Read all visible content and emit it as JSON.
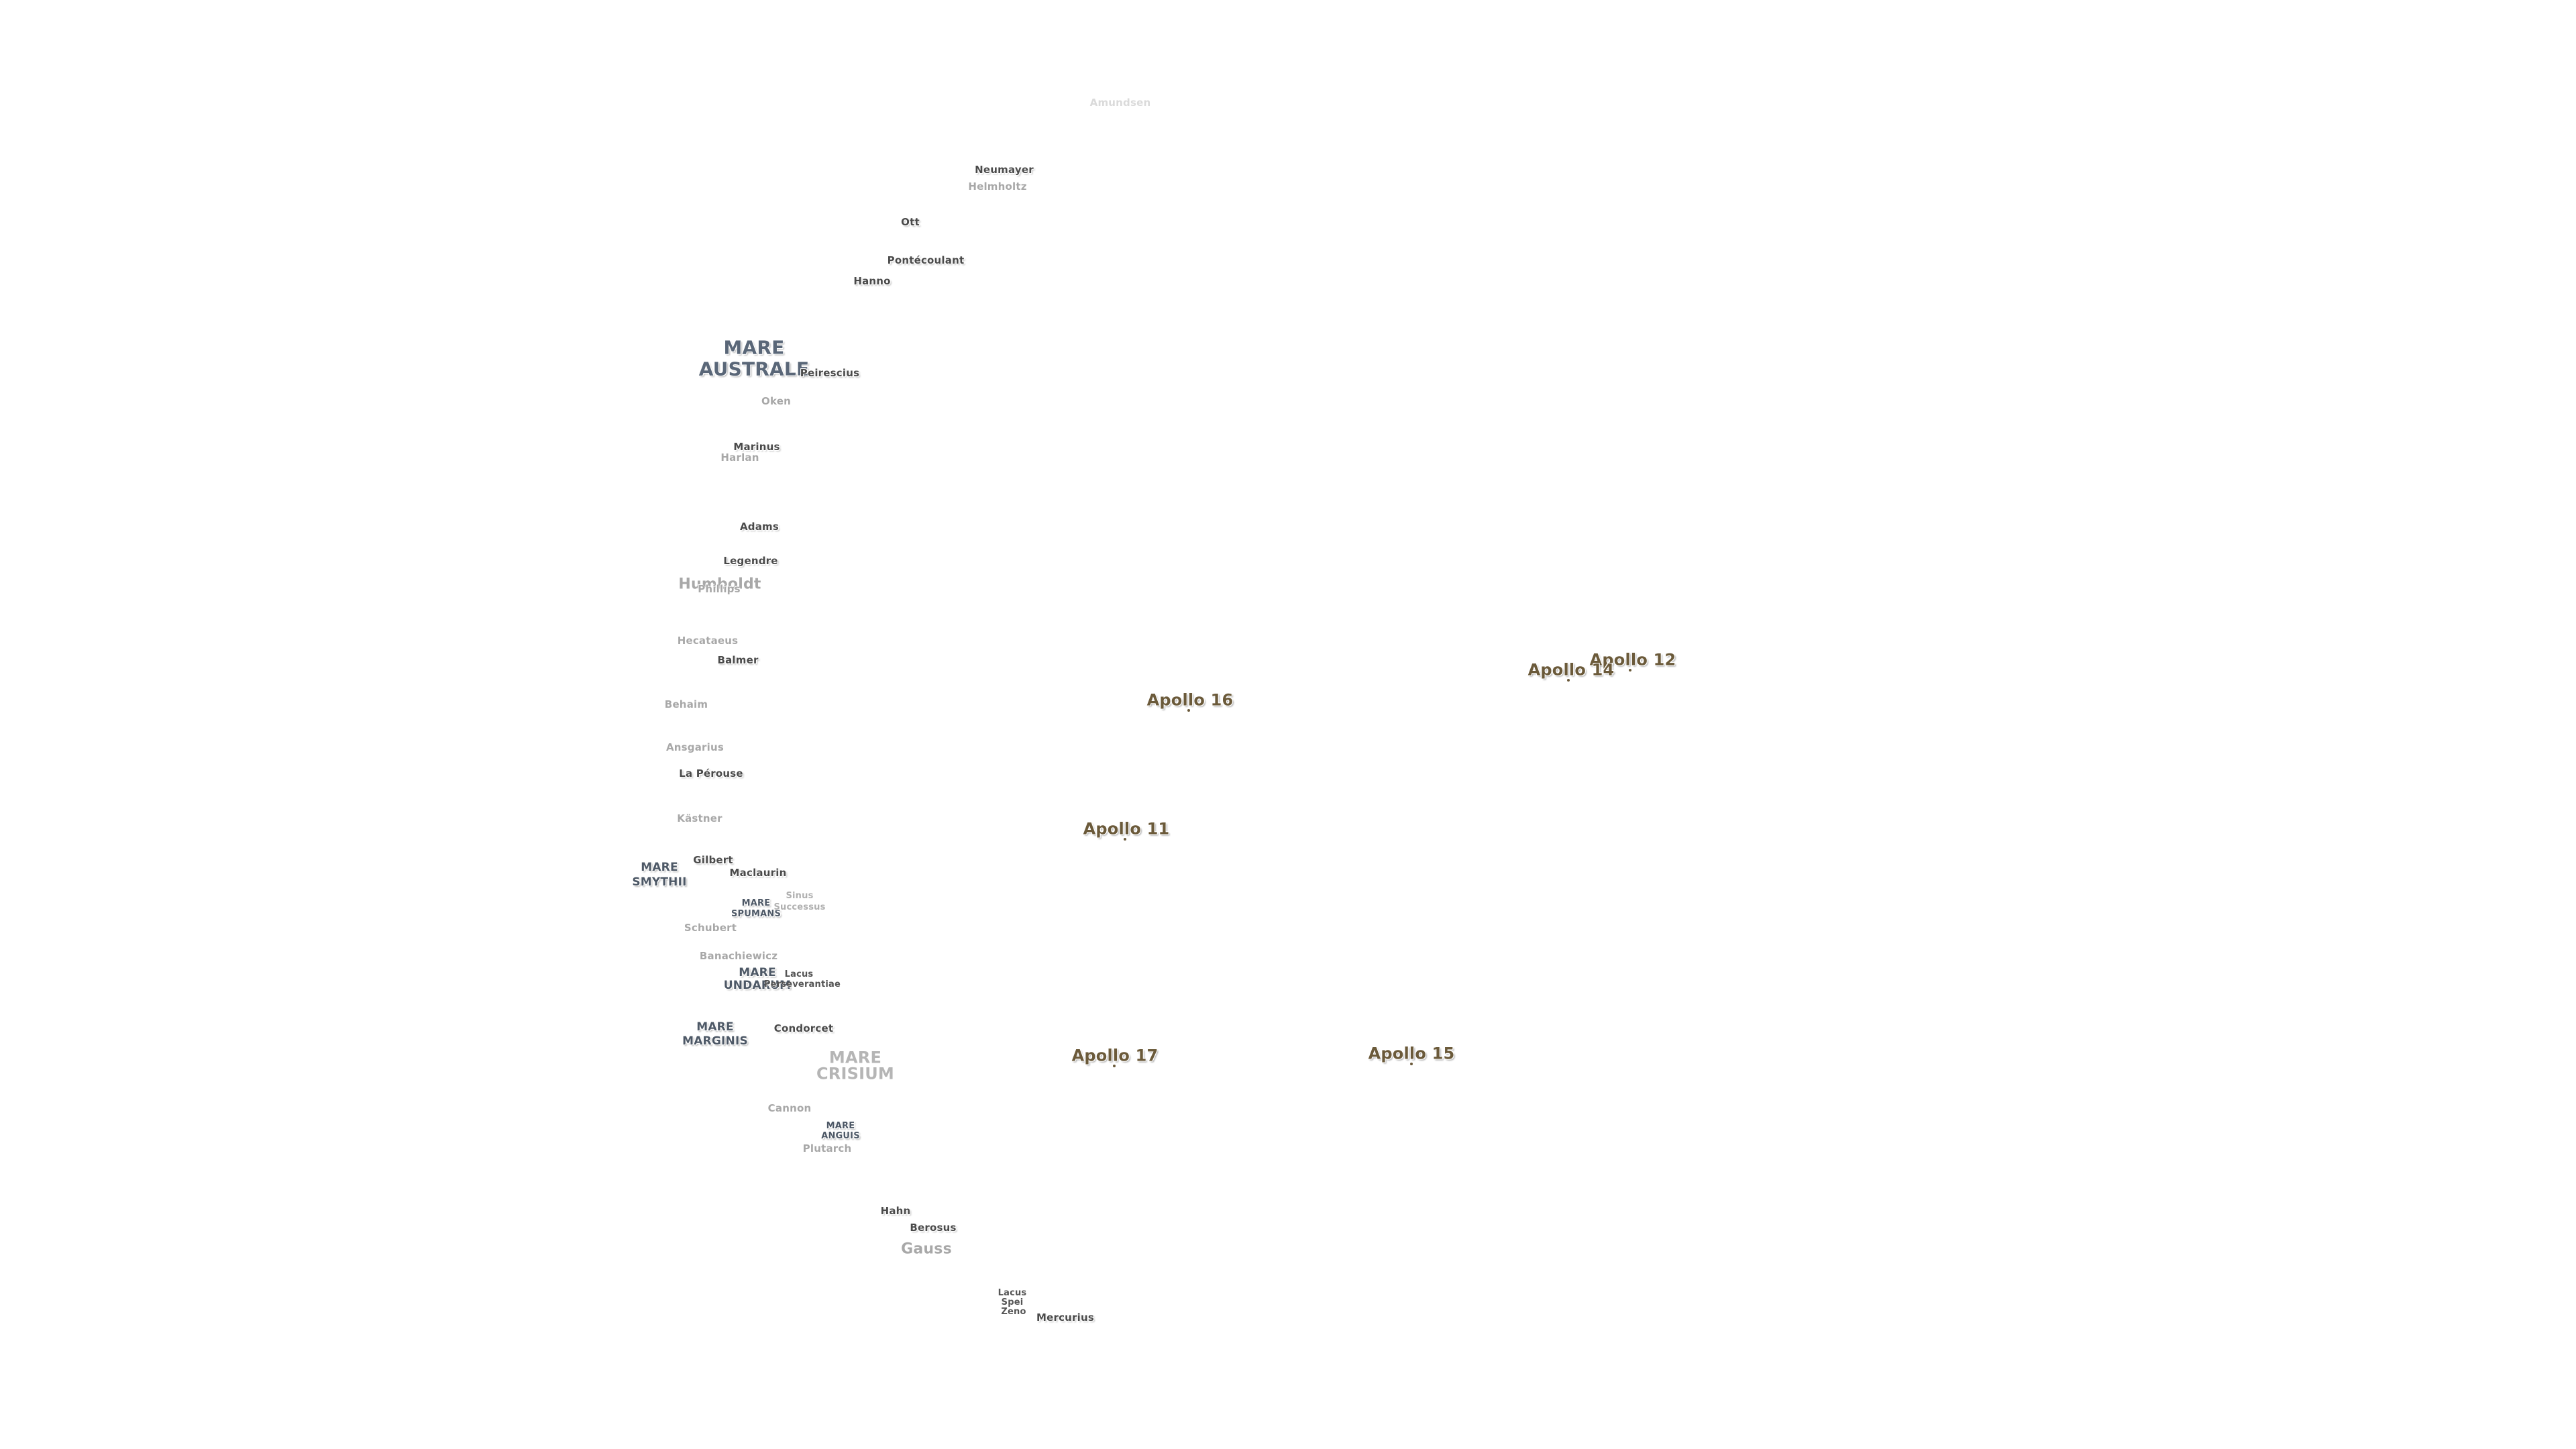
{
  "map": {
    "features": [
      {
        "key": "amundsen",
        "name": "Amundsen",
        "kind": "crater veryfaint"
      },
      {
        "key": "neumayer",
        "name": "Neumayer",
        "kind": "crater"
      },
      {
        "key": "helmholtz",
        "name": "Helmholtz",
        "kind": "crater faint"
      },
      {
        "key": "ott",
        "name": "Ott",
        "kind": "crater"
      },
      {
        "key": "pontecoulant",
        "name": "Pontécoulant",
        "kind": "crater"
      },
      {
        "key": "hanno",
        "name": "Hanno",
        "kind": "crater"
      },
      {
        "key": "mare-australe-line1",
        "name": "MARE",
        "kind": "mare large"
      },
      {
        "key": "mare-australe-line2",
        "name": "AUSTRALE",
        "kind": "mare large"
      },
      {
        "key": "peirescius",
        "name": "Peirescius",
        "kind": "crater"
      },
      {
        "key": "oken",
        "name": "Oken",
        "kind": "crater faint"
      },
      {
        "key": "marinus",
        "name": "Marinus",
        "kind": "crater"
      },
      {
        "key": "hamilton",
        "name": "Harlan",
        "kind": "crater faint"
      },
      {
        "key": "adams",
        "name": "Adams",
        "kind": "crater"
      },
      {
        "key": "legendre",
        "name": "Legendre",
        "kind": "crater"
      },
      {
        "key": "humboldt",
        "name": "Humboldt",
        "kind": "crater faint big"
      },
      {
        "key": "phillips",
        "name": "Phillips",
        "kind": "crater faint"
      },
      {
        "key": "hecataeus",
        "name": "Hecataeus",
        "kind": "crater faint"
      },
      {
        "key": "balmer",
        "name": "Balmer",
        "kind": "crater"
      },
      {
        "key": "behaim",
        "name": "Behaim",
        "kind": "crater faint"
      },
      {
        "key": "ansgarius",
        "name": "Ansgarius",
        "kind": "crater faint"
      },
      {
        "key": "la-perouse",
        "name": "La Pérouse",
        "kind": "crater"
      },
      {
        "key": "kastner",
        "name": "Kästner",
        "kind": "crater faint"
      },
      {
        "key": "gilbert",
        "name": "Gilbert",
        "kind": "crater"
      },
      {
        "key": "mare-smythii-line1",
        "name": "MARE",
        "kind": "mare"
      },
      {
        "key": "mare-smythii-line2",
        "name": "SMYTHII",
        "kind": "mare"
      },
      {
        "key": "maclaurin",
        "name": "Maclaurin",
        "kind": "crater"
      },
      {
        "key": "mare-spumans-line1",
        "name": "MARE",
        "kind": "mare small"
      },
      {
        "key": "mare-spumans-line2",
        "name": "SPUMANS",
        "kind": "mare small"
      },
      {
        "key": "sinus-successus-line1",
        "name": "Sinus",
        "kind": "sinus"
      },
      {
        "key": "sinus-successus-line2",
        "name": "Successus",
        "kind": "sinus"
      },
      {
        "key": "schubert",
        "name": "Schubert",
        "kind": "crater faint"
      },
      {
        "key": "banachiewicz",
        "name": "Banachiewicz",
        "kind": "crater faint"
      },
      {
        "key": "mare-undarum-line1",
        "name": "MARE",
        "kind": "mare"
      },
      {
        "key": "mare-undarum-line2",
        "name": "UNDARUM",
        "kind": "mare"
      },
      {
        "key": "lacus-perseverantiae-line1",
        "name": "Lacus",
        "kind": "sinus dark"
      },
      {
        "key": "lacus-perseverantiae-line2",
        "name": "Perseverantiae",
        "kind": "sinus dark"
      },
      {
        "key": "mare-marginis-line1",
        "name": "MARE",
        "kind": "mare"
      },
      {
        "key": "mare-marginis-line2",
        "name": "MARGINIS",
        "kind": "mare"
      },
      {
        "key": "condorcet",
        "name": "Condorcet",
        "kind": "crater"
      },
      {
        "key": "mare-crisium-line1",
        "name": "MARE",
        "kind": "mare faint"
      },
      {
        "key": "mare-crisium-line2",
        "name": "CRISIUM",
        "kind": "mare faint"
      },
      {
        "key": "cannon",
        "name": "Cannon",
        "kind": "crater faint"
      },
      {
        "key": "mare-anguis-line1",
        "name": "MARE",
        "kind": "mare small"
      },
      {
        "key": "mare-anguis-line2",
        "name": "ANGUIS",
        "kind": "mare small"
      },
      {
        "key": "plutarch",
        "name": "Plutarch",
        "kind": "crater faint"
      },
      {
        "key": "hahn",
        "name": "Hahn",
        "kind": "crater"
      },
      {
        "key": "berosus",
        "name": "Berosus",
        "kind": "crater"
      },
      {
        "key": "gauss",
        "name": "Gauss",
        "kind": "crater faint big"
      },
      {
        "key": "lacus-spei-line1",
        "name": "Lacus",
        "kind": "sinus dark"
      },
      {
        "key": "lacus-spei-line2",
        "name": "Spei",
        "kind": "sinus dark"
      },
      {
        "key": "lacus-spei-line3",
        "name": "Zeno",
        "kind": "sinus dark"
      },
      {
        "key": "mercurius",
        "name": "Mercurius",
        "kind": "crater"
      }
    ],
    "apollo_sites": [
      {
        "key": "apollo-12",
        "name": "Apollo 12"
      },
      {
        "key": "apollo-14",
        "name": "Apollo 14"
      },
      {
        "key": "apollo-16",
        "name": "Apollo 16"
      },
      {
        "key": "apollo-11",
        "name": "Apollo 11"
      },
      {
        "key": "apollo-17",
        "name": "Apollo 17"
      },
      {
        "key": "apollo-15",
        "name": "Apollo 15"
      }
    ],
    "colors": {
      "background": "#ffffff",
      "crater_text": "#4a4a4a",
      "mare_text": "#5a6778",
      "apollo_text": "#6b5a3a"
    }
  }
}
